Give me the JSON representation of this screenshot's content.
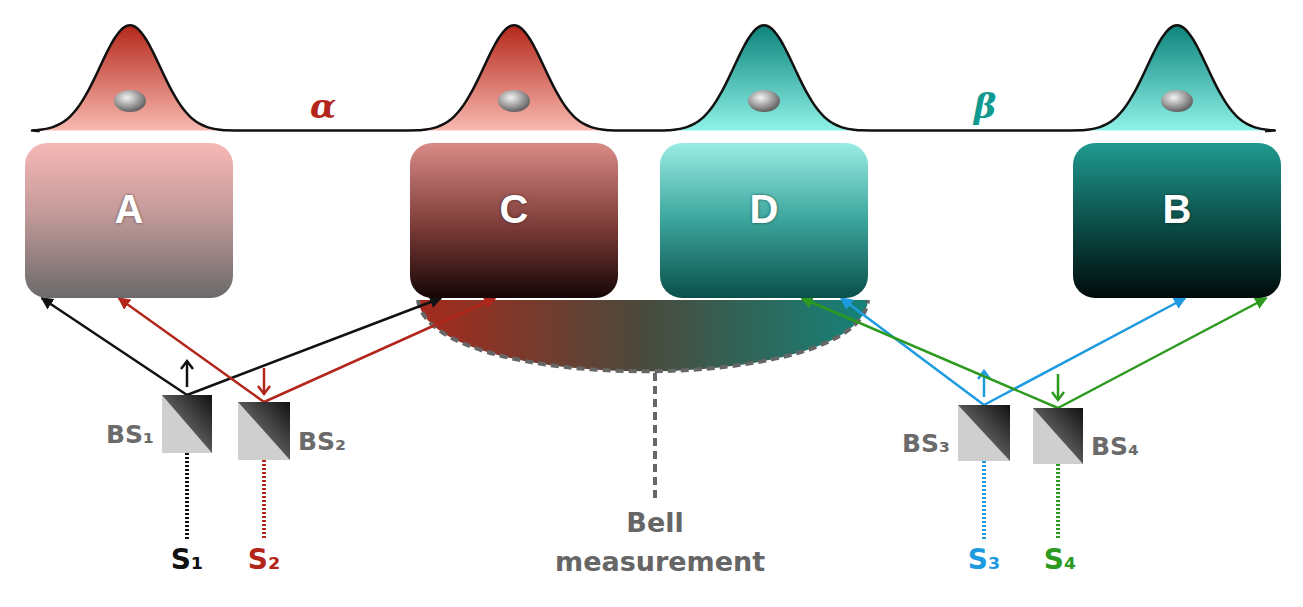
{
  "diagram": {
    "nodes": [
      {
        "text": [
          "A"
        ]
      },
      {
        "text": [
          "C"
        ]
      },
      {
        "text": [
          "D"
        ]
      },
      {
        "text": [
          "B"
        ]
      },
      {
        "text": [
          "BS₁"
        ]
      },
      {
        "text": [
          "BS₂"
        ]
      },
      {
        "text": [
          "BS₃"
        ]
      },
      {
        "text": [
          "BS₄"
        ]
      }
    ],
    "edges": [
      {
        "from": 4,
        "to": 0,
        "arrow": "to"
      },
      {
        "from": 4,
        "to": 1,
        "arrow": "to"
      },
      {
        "from": 5,
        "to": 0,
        "arrow": "to"
      },
      {
        "from": 5,
        "to": 1,
        "arrow": "to"
      },
      {
        "from": 6,
        "to": 2,
        "arrow": "to"
      },
      {
        "from": 6,
        "to": 3,
        "arrow": "to"
      },
      {
        "from": 7,
        "to": 2,
        "arrow": "to"
      },
      {
        "from": 7,
        "to": 3,
        "arrow": "to"
      }
    ],
    "labels": [
      "α",
      "β",
      "S₁",
      "S₂",
      "S₃",
      "S₄",
      "Bell measurement"
    ]
  }
}
